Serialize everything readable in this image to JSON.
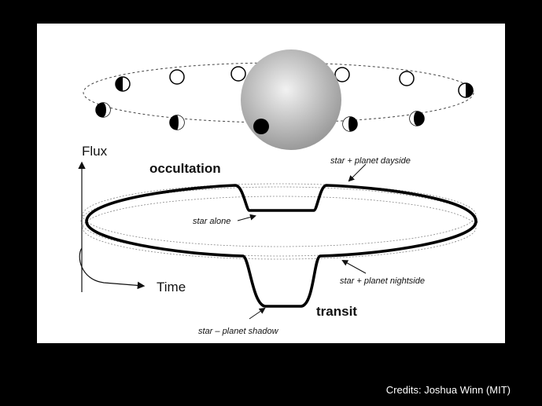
{
  "diagram": {
    "labels": {
      "flux": "Flux",
      "time": "Time",
      "occultation": "occultation",
      "transit": "transit",
      "star_plus_dayside": "star + planet dayside",
      "star_alone": "star alone",
      "star_plus_nightside": "star + planet nightside",
      "star_minus_shadow": "star – planet shadow"
    },
    "colors": {
      "background": "#000000",
      "panel": "#ffffff",
      "star_light": "#f2f2f2",
      "star_dark": "#9a9a9a",
      "curve": "#000000"
    }
  },
  "footer": {
    "credits": "Credits: Joshua Winn (MIT)"
  }
}
